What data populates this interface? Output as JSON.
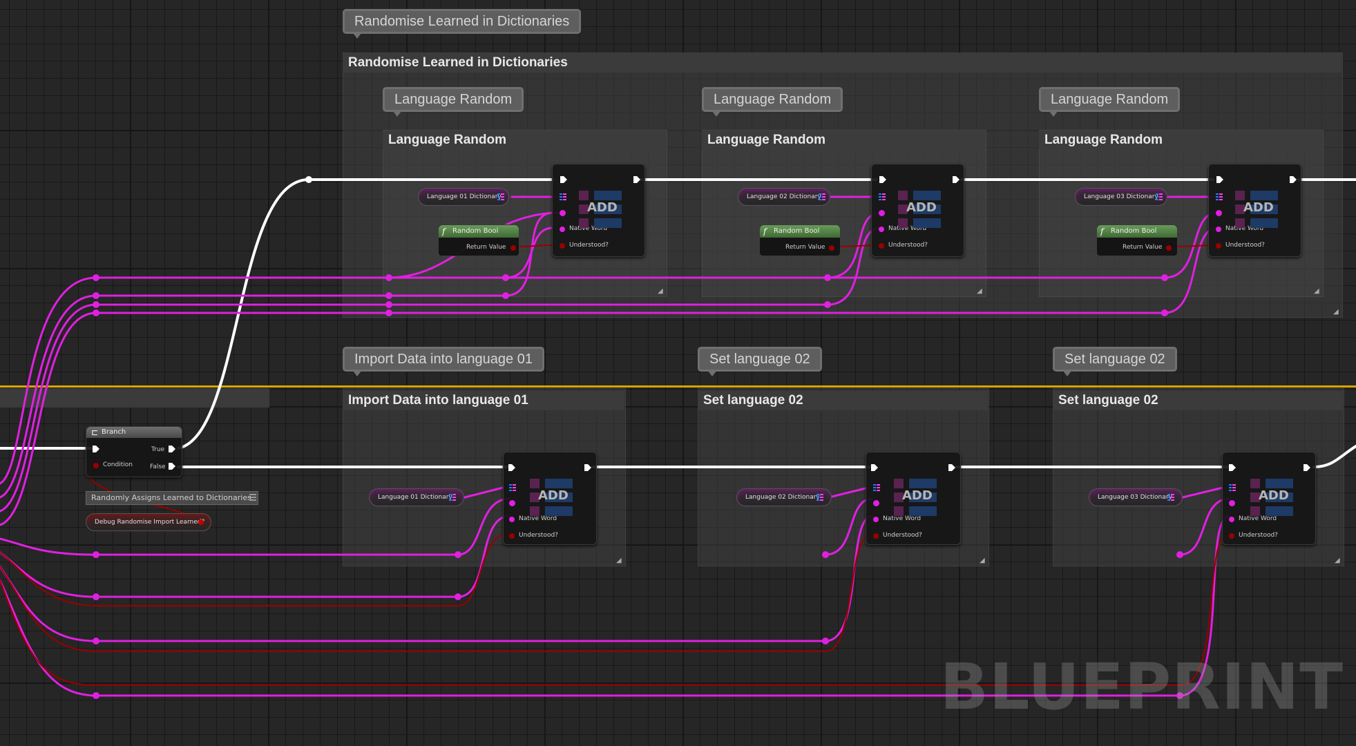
{
  "graph": {
    "watermark": "BLUEPRINT",
    "colors": {
      "background": "#262626",
      "exec_wire": "#ffffff",
      "array_wire": "#e020e0",
      "bool_wire": "#9a0000",
      "highlight_line": "#d9a400",
      "random_bool_header": "#5a8a4a"
    }
  },
  "comments": {
    "top_group": {
      "bubble": "Randomise Learned in Dictionaries",
      "header": "Randomise Learned in Dictionaries"
    },
    "lang_random": [
      {
        "bubble": "Language Random",
        "header": "Language Random"
      },
      {
        "bubble": "Language Random",
        "header": "Language Random"
      },
      {
        "bubble": "Language Random",
        "header": "Language Random"
      }
    ],
    "import": [
      {
        "bubble": "Import Data into language 01",
        "header": "Import Data into language 01"
      },
      {
        "bubble": "Set language 02",
        "header": "Set language 02"
      },
      {
        "bubble": "Set language 02",
        "header": "Set language 02"
      }
    ]
  },
  "top_row": [
    {
      "dictionary": "Language 01 Dictionary",
      "random_bool": "Random Bool",
      "return_value": "Return Value",
      "add_title": "ADD",
      "native_word": "Native Word",
      "understood": "Understood?"
    },
    {
      "dictionary": "Language 02 Dictionary",
      "random_bool": "Random Bool",
      "return_value": "Return Value",
      "add_title": "ADD",
      "native_word": "Native Word",
      "understood": "Understood?"
    },
    {
      "dictionary": "Language 03 Dictionary",
      "random_bool": "Random Bool",
      "return_value": "Return Value",
      "add_title": "ADD",
      "native_word": "Native Word",
      "understood": "Understood?"
    }
  ],
  "bottom_row": [
    {
      "dictionary": "Language 01 Dictionary",
      "add_title": "ADD",
      "native_word": "Native Word",
      "understood": "Understood?"
    },
    {
      "dictionary": "Language 02 Dictionary",
      "add_title": "ADD",
      "native_word": "Native Word",
      "understood": "Understood?"
    },
    {
      "dictionary": "Language 03 Dictionary",
      "add_title": "ADD",
      "native_word": "Native Word",
      "understood": "Understood?"
    }
  ],
  "branch": {
    "title": "Branch",
    "condition": "Condition",
    "true_label": "True",
    "false_label": "False",
    "comment": "Randomly Assigns Learned to Dictionaries",
    "variable": "Debug Randomise Import Learned?"
  }
}
